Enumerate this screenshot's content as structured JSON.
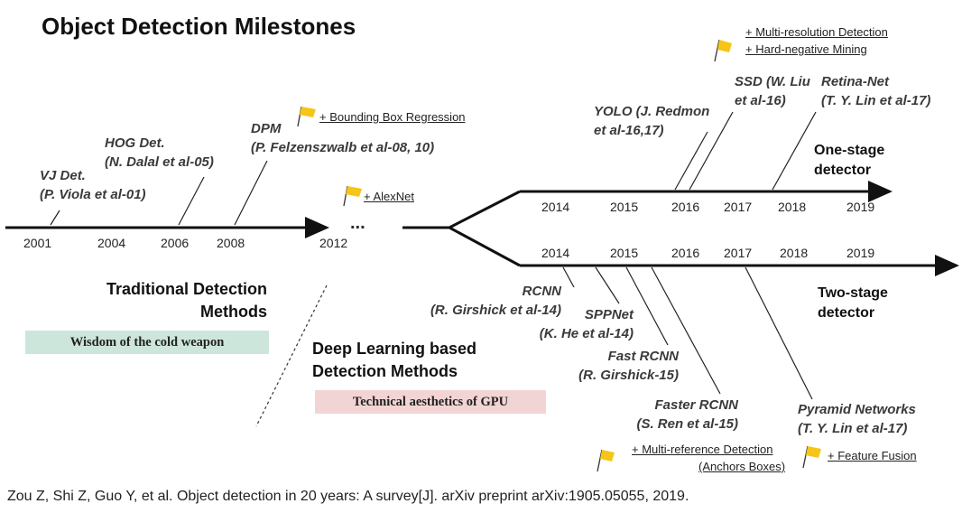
{
  "title": "Object Detection Milestones",
  "traditional": {
    "years": [
      "2001",
      "2004",
      "2006",
      "2008",
      "2012"
    ],
    "ellipsis": "...",
    "vj": {
      "name": "VJ Det.",
      "authors": "(P. Viola et al-01)"
    },
    "hog": {
      "name": "HOG Det.",
      "authors": "(N. Dalal et al-05)"
    },
    "dpm": {
      "name": "DPM",
      "authors": "(P. Felzenszwalb et al-08, 10)"
    },
    "bbox_note": "+ Bounding Box Regression",
    "alexnet_note": "+ AlexNet",
    "heading_line1": "Traditional Detection",
    "heading_line2": "Methods",
    "banner": "Wisdom of the cold weapon"
  },
  "deep": {
    "heading_line1": "Deep Learning based",
    "heading_line2": "Detection Methods",
    "banner": "Technical aesthetics of GPU"
  },
  "one_stage": {
    "label_line1": "One-stage",
    "label_line2": "detector",
    "years": [
      "2014",
      "2015",
      "2016",
      "2017",
      "2018",
      "2019"
    ],
    "yolo": {
      "line1": "YOLO (J. Redmon",
      "line2": "et al-16,17)"
    },
    "ssd": {
      "line1": "SSD (W. Liu",
      "line2": "et al-16)"
    },
    "retina": {
      "line1": "Retina-Net",
      "line2": "(T. Y. Lin et al-17)"
    },
    "note_multires": "+ Multi-resolution Detection",
    "note_hardneg": "+ Hard-negative Mining"
  },
  "two_stage": {
    "label_line1": "Two-stage",
    "label_line2": "detector",
    "years": [
      "2014",
      "2015",
      "2016",
      "2017",
      "2018",
      "2019"
    ],
    "rcnn": {
      "name": "RCNN",
      "authors": "(R. Girshick et al-14)"
    },
    "sppnet": {
      "name": "SPPNet",
      "authors": "(K. He et al-14)"
    },
    "fastrcnn": {
      "name": "Fast RCNN",
      "authors": "(R. Girshick-15)"
    },
    "fasterrcnn": {
      "name": "Faster RCNN",
      "authors": "(S. Ren et al-15)"
    },
    "fpn": {
      "name": "Pyramid Networks",
      "authors": "(T. Y. Lin et al-17)"
    },
    "note_multiref": "+ Multi-reference Detection",
    "note_anchors": "(Anchors Boxes)",
    "note_fusion": "+ Feature Fusion"
  },
  "citation": "Zou Z, Shi Z, Guo Y, et al. Object detection in 20 years: A survey[J]. arXiv preprint arXiv:1905.05055, 2019.",
  "colors": {
    "flag": "#f5c518",
    "banner_green": "#cde6dc",
    "banner_pink": "#f3d4d4",
    "line": "#111111"
  }
}
